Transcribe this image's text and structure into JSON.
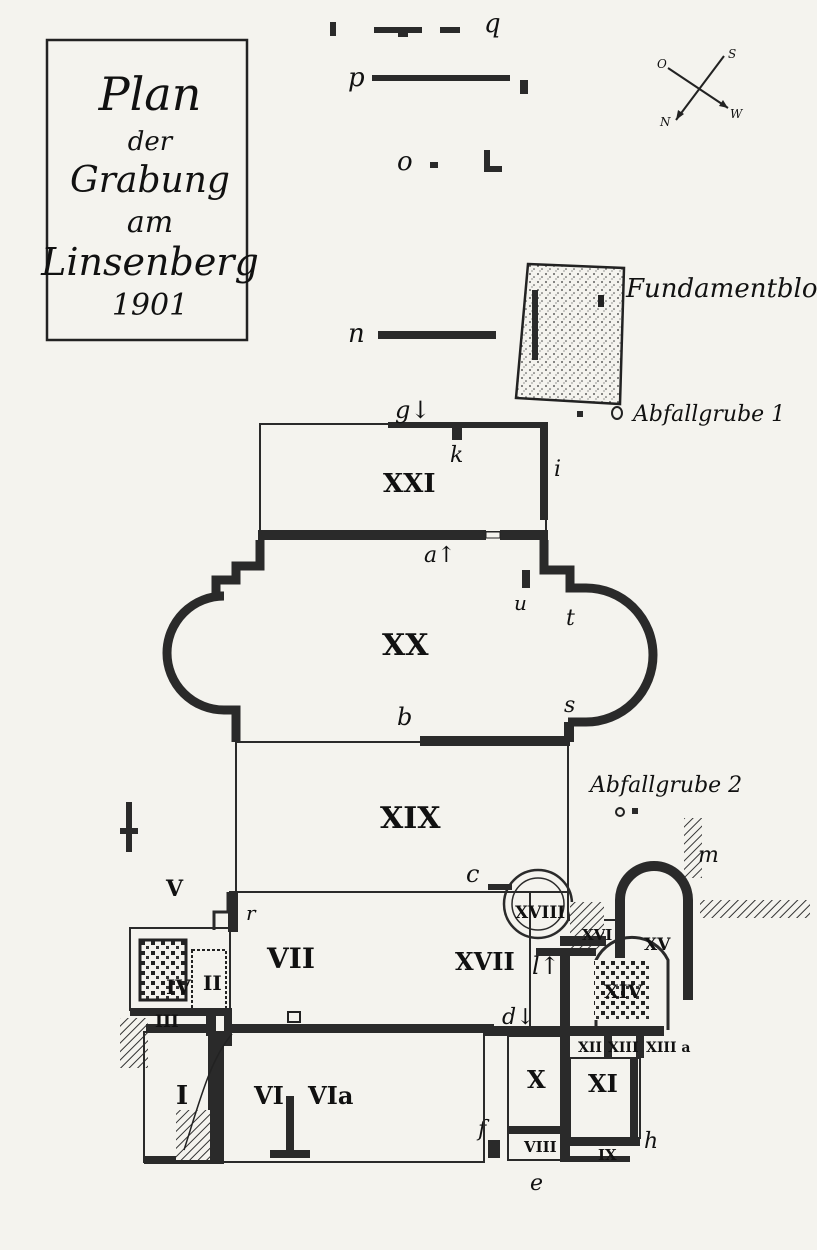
{
  "title": {
    "line1": "Plan",
    "line2": "der",
    "line3": "Grabung",
    "line4": "am",
    "line5": "Linsenberg",
    "year": "1901"
  },
  "compass": {
    "top": "S",
    "left": "O",
    "bottom_left": "N",
    "bottom_right": "W"
  },
  "labels": {
    "fundamentblock": "Fundamentblock",
    "abfallgrube1": "Abfallgrube 1",
    "abfallgrube2": "Abfallgrube 2"
  },
  "rooms": {
    "XXI": "XXI",
    "XX": "XX",
    "XIX": "XIX",
    "XVIII": "XVIII",
    "XVII": "XVII",
    "XVI": "XVI",
    "XV": "XV",
    "XIV": "XIV",
    "XIII": "XIII",
    "XIIIa": "XIII a",
    "XII": "XII",
    "XI": "XI",
    "X": "X",
    "IX": "IX",
    "VIII": "VIII",
    "VII": "VII",
    "VI": "VI",
    "VIa": "VIa",
    "V": "V",
    "IV": "IV",
    "III": "III",
    "II": "II",
    "I": "I"
  },
  "letters": {
    "q": "q",
    "p": "p",
    "o": "o",
    "n": "n",
    "g": "g↓",
    "k": "k",
    "i": "i",
    "a": "a↑",
    "u": "u",
    "t": "t",
    "b": "b",
    "s": "s",
    "m": "m",
    "c": "c",
    "l": "l↑",
    "r": "r",
    "d": "d↓",
    "f": "f",
    "h": "h",
    "e": "e"
  }
}
